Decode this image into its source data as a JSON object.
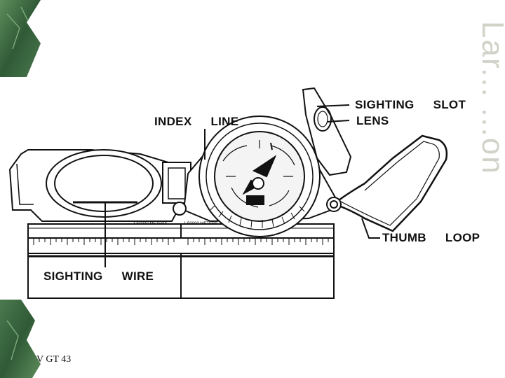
{
  "labels": {
    "sighting_slot": "SIGHTING  SLOT",
    "lens": "LENS",
    "index_line": "INDEX  LINE",
    "thumb_loop": "THUMB  LOOP",
    "sighting_wire": "SIGHTING  WIRE"
  },
  "vertical_title": "Lar...  ...on",
  "footer": "V GT 43",
  "base_markings": {
    "left_plate": "1:50000 METERS",
    "right_plate": "1:50000 METERS"
  },
  "colors": {
    "corner_green": "#3c6b44",
    "ink": "#111111",
    "watermark": "#cfd3c8"
  }
}
